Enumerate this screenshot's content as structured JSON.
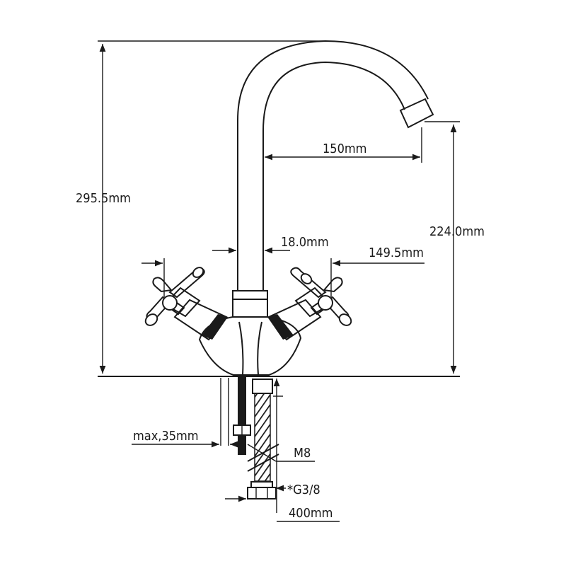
{
  "dimensions": {
    "total_height": "295.5mm",
    "spout_reach": "150mm",
    "spout_height": "224.0mm",
    "spout_diameter": "18.0mm",
    "handle_span": "149.5mm",
    "max_thickness": "max,35mm",
    "stud_thread": "M8",
    "hose_thread": "*G3/8",
    "hose_length": "400mm"
  }
}
